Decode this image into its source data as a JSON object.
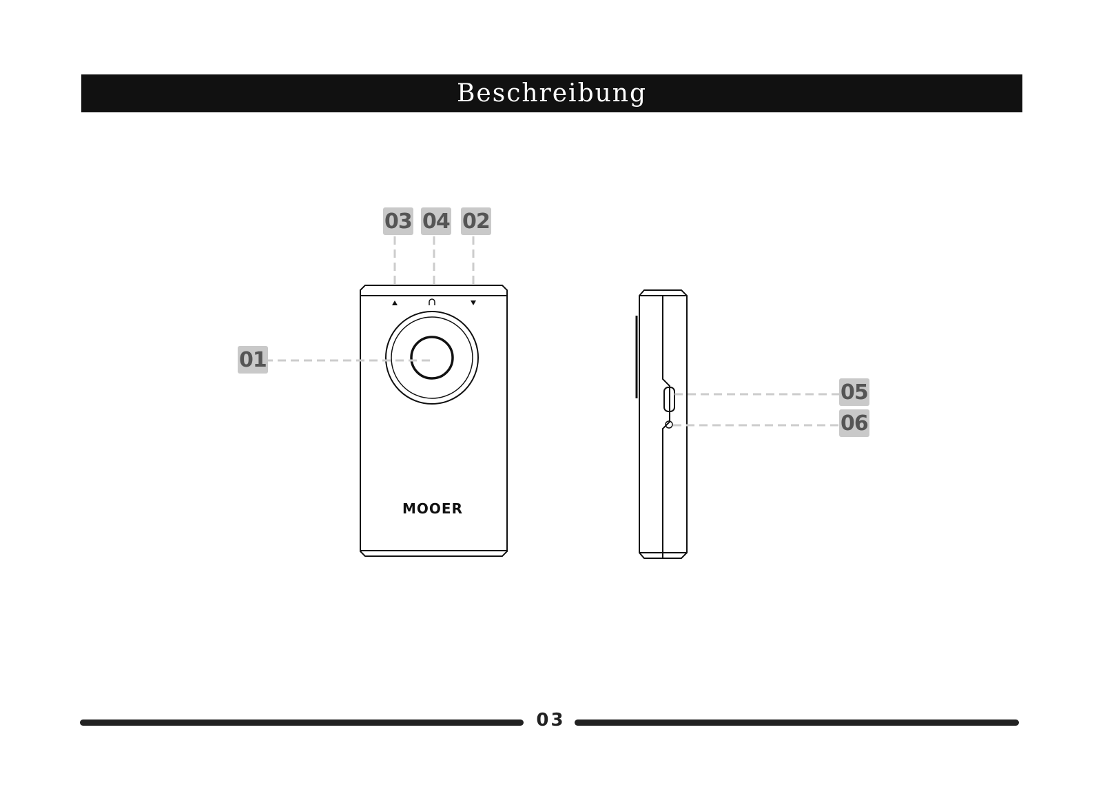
{
  "header": {
    "title": "Beschreibung"
  },
  "device": {
    "brand": "MOOER"
  },
  "callouts": {
    "c01": "01",
    "c02": "02",
    "c03": "03",
    "c04": "04",
    "c05": "05",
    "c06": "06"
  },
  "footer": {
    "page_number": "03"
  },
  "colors": {
    "title_bar": "#111111",
    "callout_bg": "#c9c9c9",
    "callout_text": "#555555",
    "leader_line": "#cccccc"
  }
}
